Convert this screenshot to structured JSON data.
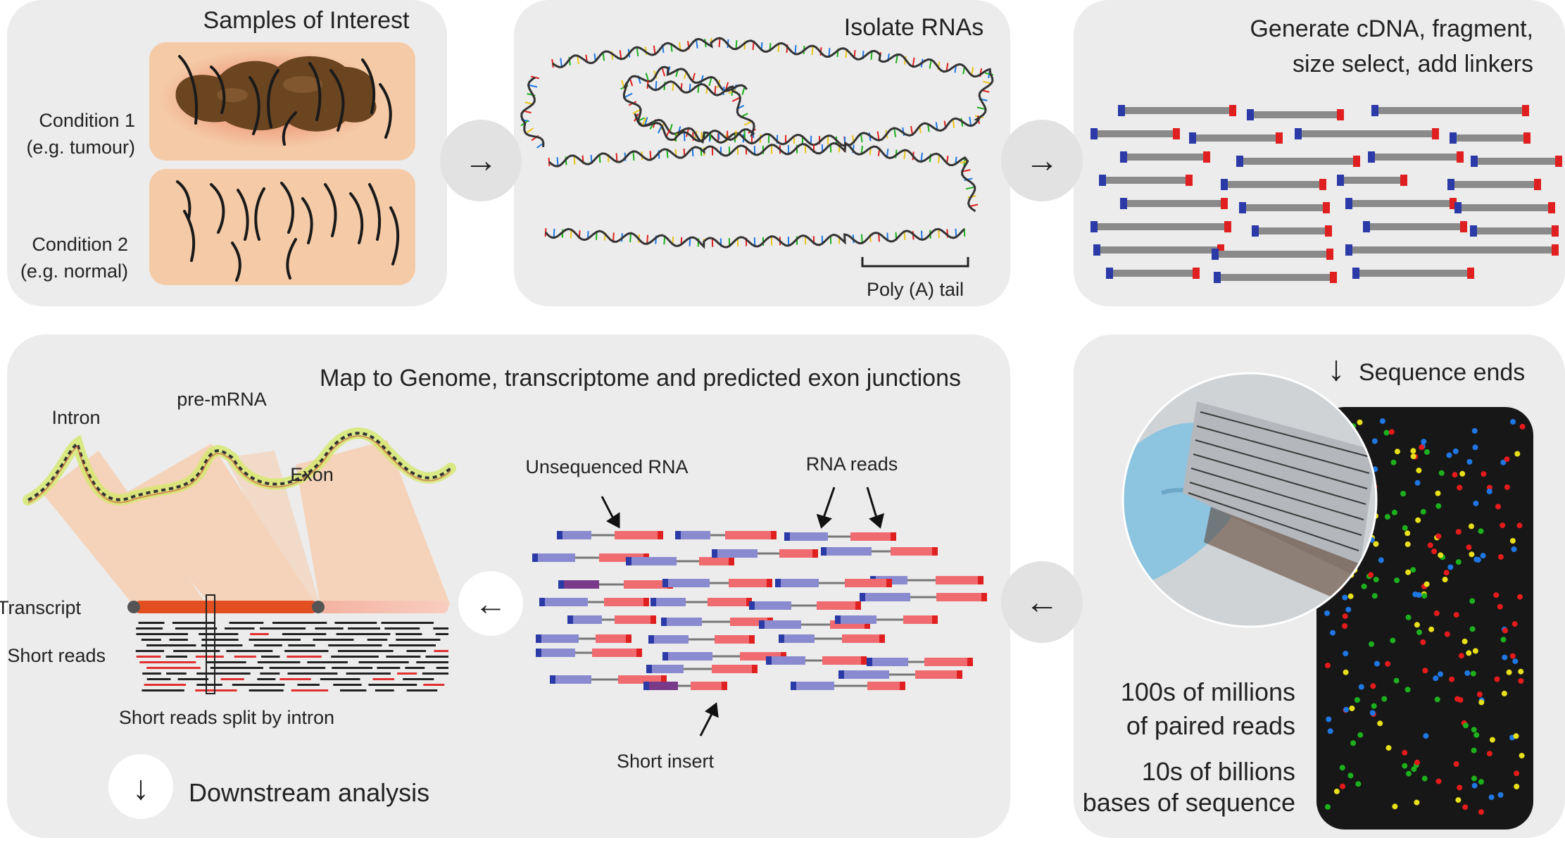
{
  "colors": {
    "panel": "#ececec",
    "connector_bg": "#e2e2e2",
    "skin": "#f5cba7",
    "tumour": "#6b4420",
    "tumour_glow": "#e66a4f",
    "linker_blue": "#2b3aa6",
    "linker_red": "#e02020",
    "fragment_gray": "#8a8a8a",
    "read_blue": "#8a8ad0",
    "read_red": "#ef6b70",
    "read_purple": "#7a3a8a",
    "transcript_orange": "#e25022",
    "transcript_peach": "#f4b2a0",
    "flowcell_black": "#171717",
    "dot_colors": [
      "#e51b1b",
      "#1f77e4",
      "#1db01d",
      "#e8e01a"
    ]
  },
  "step1": {
    "title": "Samples of Interest",
    "condition1": "Condition 1",
    "condition1_note": "(e.g. tumour)",
    "condition2": "Condition 2",
    "condition2_note": "(e.g. normal)"
  },
  "step2": {
    "title": "Isolate RNAs",
    "polya_label": "Poly (A) tail"
  },
  "step3": {
    "title_line1": "Generate cDNA, fragment,",
    "title_line2": "size select, add linkers"
  },
  "step4": {
    "title": "Sequence ends",
    "stat1_line1": "100s of millions",
    "stat1_line2": "of paired reads",
    "stat2_line1": "10s of billions",
    "stat2_line2": "bases of sequence"
  },
  "step5": {
    "title": "Map to Genome, transcriptome and predicted exon junctions",
    "intron_label": "Intron",
    "premrna_label": "pre-mRNA",
    "exon_label": "Exon",
    "transcript_label": "Transcript",
    "short_reads_label": "Short reads",
    "split_label": "Short reads split by intron",
    "unsequenced_label": "Unsequenced RNA",
    "rna_reads_label": "RNA reads",
    "short_insert_label": "Short insert",
    "downstream_label": "Downstream analysis"
  },
  "arrows": {
    "right_arrow": "→",
    "left_arrow": "←",
    "down_arrow": "↓"
  }
}
